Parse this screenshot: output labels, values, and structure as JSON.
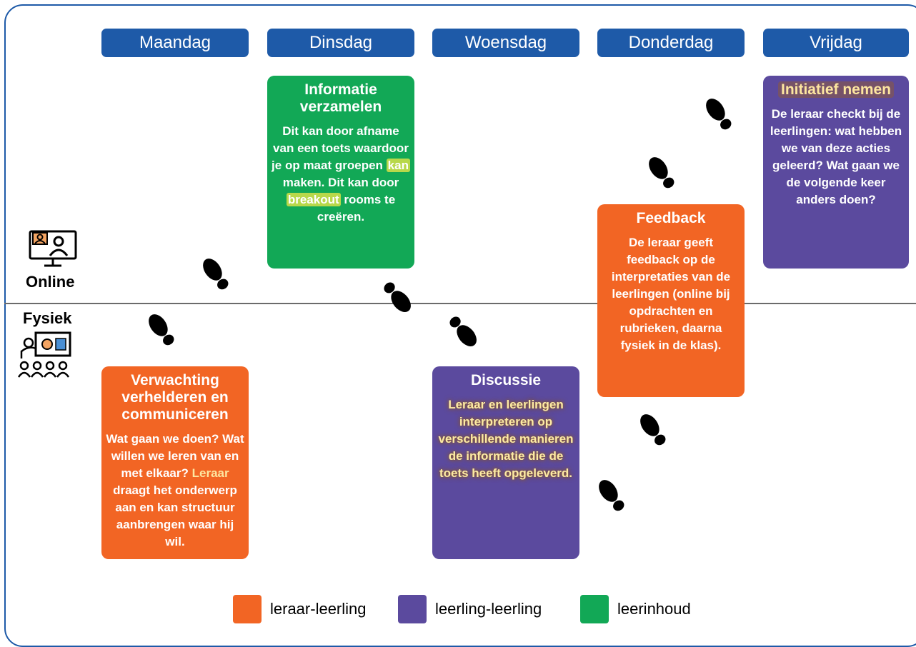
{
  "days": [
    "Maandag",
    "Dinsdag",
    "Woensdag",
    "Donderdag",
    "Vrijdag"
  ],
  "modes": {
    "online": "Online",
    "fysiek": "Fysiek"
  },
  "cards": {
    "informatie": {
      "title": "Informatie verzamelen",
      "body_1": "Dit kan door afname van een toets waardoor je op maat groepen",
      "hl_1": "kan",
      "body_2": "maken. Dit kan door",
      "hl_2": "breakout",
      "body_3": "rooms te creëren."
    },
    "initiatief": {
      "title": "Initiatief nemen",
      "body": "De leraar checkt bij de leerlingen: wat hebben we van deze acties geleerd? Wat gaan we de volgende keer anders doen?"
    },
    "feedback": {
      "title": "Feedback",
      "body": "De leraar geeft feedback op de interpretaties van de leerlingen (online bij opdrachten en rubrieken, daarna fysiek in de klas)."
    },
    "verwachting": {
      "title": "Verwachting verhelderen en communiceren",
      "body_1": "Wat gaan we doen? Wat willen we leren van en met elkaar?",
      "hl": "Leraar",
      "body_2": "draagt het onderwerp aan en kan structuur aanbrengen waar hij wil."
    },
    "discussie": {
      "title": "Discussie",
      "body": "Leraar en leerlingen interpreteren op verschillende manieren de informatie die de toets heeft opgeleverd."
    }
  },
  "legend": [
    {
      "label": "leraar-leerling",
      "color": "#f26524"
    },
    {
      "label": "leerling-leerling",
      "color": "#5b4a9e"
    },
    {
      "label": "leerinhoud",
      "color": "#12a856"
    }
  ],
  "colors": {
    "header": "#1e5aa8",
    "orange": "#f26524",
    "purple": "#5b4a9e",
    "green": "#12a856"
  },
  "icons": [
    "online-presentation-icon",
    "classroom-presentation-icon",
    "footprint-icon"
  ]
}
